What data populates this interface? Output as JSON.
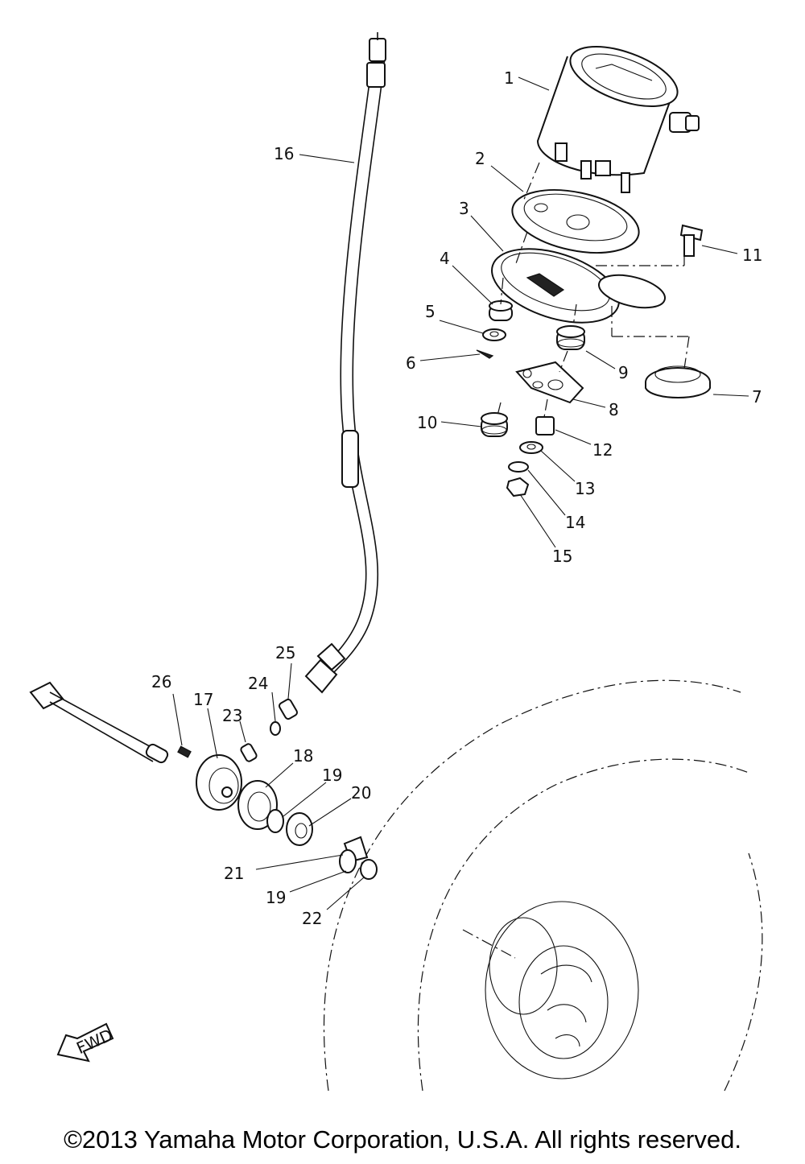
{
  "callouts": [
    "1",
    "2",
    "3",
    "4",
    "5",
    "6",
    "7",
    "8",
    "9",
    "10",
    "11",
    "12",
    "13",
    "14",
    "15",
    "16",
    "17",
    "18",
    "19",
    "20",
    "21",
    "19",
    "22",
    "23",
    "24",
    "25",
    "26"
  ],
  "fwd_label": "FWD",
  "copyright": "©2013 Yamaha Motor Corporation, U.S.A. All rights reserved."
}
